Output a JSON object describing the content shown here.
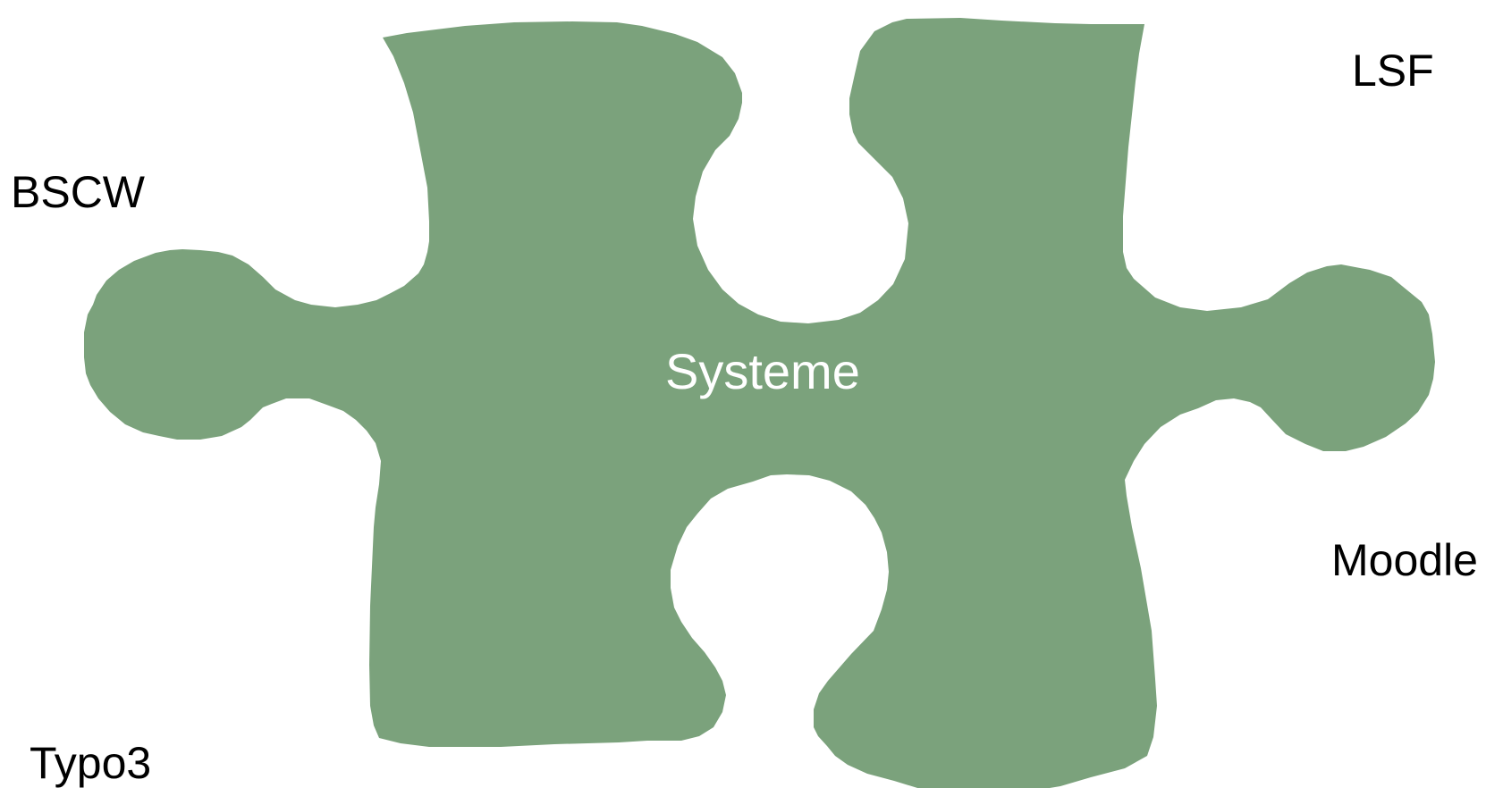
{
  "diagram": {
    "center_label": "Systeme",
    "systems": [
      {
        "id": "bscw",
        "label": "BSCW"
      },
      {
        "id": "lsf",
        "label": "LSF"
      },
      {
        "id": "moodle",
        "label": "Moodle"
      },
      {
        "id": "typo3",
        "label": "Typo3"
      }
    ]
  },
  "colors": {
    "puzzle_fill": "#7ba27c",
    "center_text": "#ffffff",
    "label_text": "#000000",
    "background": "#ffffff"
  },
  "shapes": {
    "puzzle_piece": "puzzle-piece-shape"
  }
}
